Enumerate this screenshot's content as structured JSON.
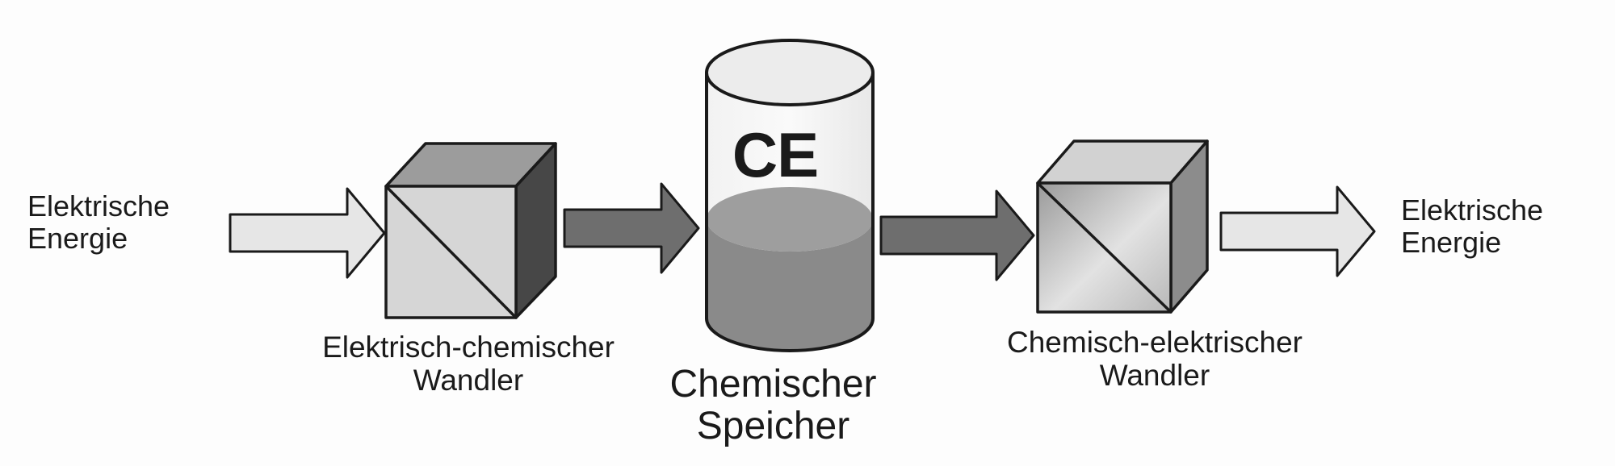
{
  "input": {
    "line1": "Elektrische",
    "line2": "Energie"
  },
  "converter1": {
    "line1": "Elektrisch-chemischer",
    "line2": "Wandler"
  },
  "storage": {
    "symbol": "CE",
    "line1": "Chemischer",
    "line2": "Speicher"
  },
  "converter2": {
    "line1": "Chemisch-elektrischer",
    "line2": "Wandler"
  },
  "output": {
    "line1": "Elektrische",
    "line2": "Energie"
  },
  "colors": {
    "light_arrow": "#e6e6e6",
    "dark_arrow": "#6e6e6e",
    "liquid": "#8a8a8a",
    "outline": "#1a1a1a"
  }
}
